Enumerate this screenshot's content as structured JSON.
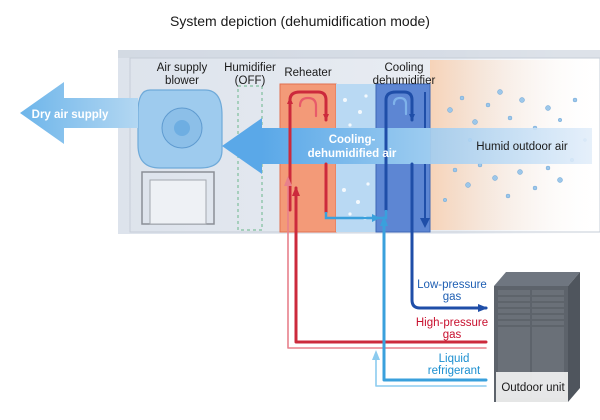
{
  "title": "System depiction (dehumidification mode)",
  "components": {
    "blower": [
      "Air supply",
      "blower"
    ],
    "humidifier": [
      "Humidifier",
      "(OFF)"
    ],
    "reheater": "Reheater",
    "cooling_dehumidifier": [
      "Cooling",
      "dehumidifier"
    ]
  },
  "airflow": {
    "dry_supply": "Dry air supply",
    "cooled_air": [
      "Cooling-",
      "dehumidified air"
    ],
    "humid_outdoor": "Humid outdoor air"
  },
  "refrigerant": {
    "low_pressure": [
      "Low-pressure",
      "gas"
    ],
    "high_pressure": [
      "High-pressure",
      "gas"
    ],
    "liquid": [
      "Liquid",
      "refrigerant"
    ]
  },
  "outdoor_unit": "Outdoor unit",
  "colors": {
    "hot_pipe": "#cc2a3c",
    "cold_pipe": "#2b6cc4",
    "liquid_pipe": "#3aa0dc",
    "reheater": "#f08a6a",
    "cooler": "#5b82cf",
    "cabinet": "#e8ecf2"
  }
}
